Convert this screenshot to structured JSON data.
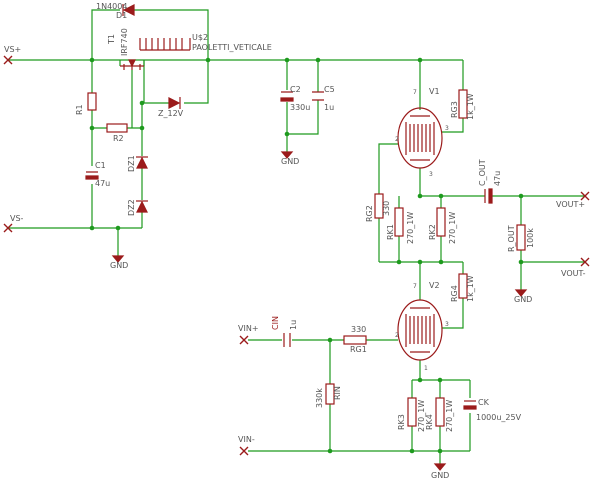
{
  "ports": {
    "vs_plus": "VS+",
    "vs_minus": "VS-",
    "vin_plus": "VIN+",
    "vin_minus": "VIN-",
    "vout_plus": "VOUT+",
    "vout_minus": "VOUT-"
  },
  "gnd": "GND",
  "parts": {
    "d1_type": "1N4004",
    "d1_name": "D1",
    "t1_name": "T1",
    "t1_type": "IRF740",
    "u2_name": "U$2",
    "u2_value": "PAOLETTI_VETICALE",
    "r1": "R1",
    "r2": "R2",
    "z_name": "Z_12V",
    "c1_name": "C1",
    "c1_value": "47u",
    "dz1": "DZ1",
    "dz2": "DZ2",
    "c2_name": "C2",
    "c2_value": "330u",
    "c5_name": "C5",
    "c5_value": "1u",
    "v1": "V1",
    "v2": "V2",
    "rg3_name": "RG3",
    "rg3_value": "1k_1W",
    "rg2_name": "RG2",
    "rg2_value": "330",
    "rk1_name": "RK1",
    "rk1_value": "270_1W",
    "rk2_name": "RK2",
    "rk2_value": "270_1W",
    "cout_name": "C_OUT",
    "cout_value": "47u",
    "rout_name": "R_OUT",
    "rout_value": "100k",
    "rg4_name": "RG4",
    "rg4_value": "1k_1W",
    "cin_name": "CIN",
    "cin_value": "1u",
    "rg1_name": "RG1",
    "rg1_value": "330",
    "rin_name": "RIN",
    "rin_value": "330k",
    "rk3_name": "RK3",
    "rk3_value": "270_1W",
    "rk4_name": "RK4",
    "rk4_value": "270_1W",
    "ck_name": "CK",
    "ck_value": "1000u_25V"
  },
  "pins": {
    "p7": "7",
    "p2": "2",
    "p3": "3",
    "p1": "1"
  }
}
